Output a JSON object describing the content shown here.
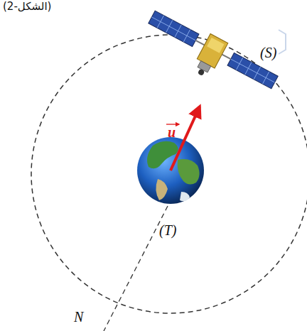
{
  "diagram": {
    "labels": [
      "(الشكل-2)",
      "(S)",
      "u",
      "(T)",
      "N"
    ]
  }
}
